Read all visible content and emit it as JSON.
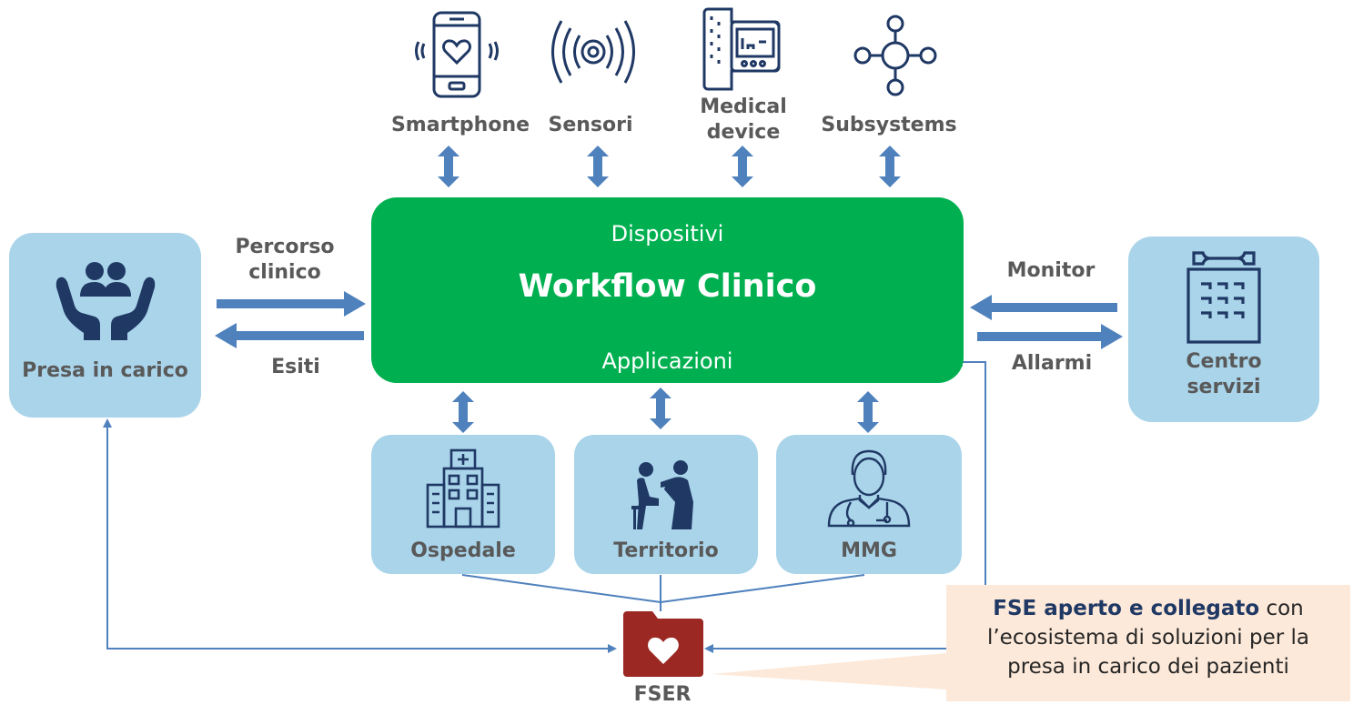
{
  "colors": {
    "accent_green": "#00b050",
    "box_blue": "#a9d4ea",
    "arrow_blue": "#4f81bd",
    "icon_navy": "#1f3864",
    "callout_bg": "#fde9d9",
    "folder_red": "#9b2823",
    "label_gray": "#595959"
  },
  "top_devices": [
    {
      "label": "Smartphone",
      "icon": "smartphone-heart-icon"
    },
    {
      "label": "Sensori",
      "icon": "sensor-waves-icon"
    },
    {
      "label": "Medical device",
      "label_line1": "Medical",
      "label_line2": "device",
      "icon": "medical-monitor-icon"
    },
    {
      "label": "Subsystems",
      "icon": "network-hub-icon"
    }
  ],
  "main": {
    "top": "Dispositivi",
    "title": "Workflow Clinico",
    "bottom": "Applicazioni"
  },
  "left": {
    "box_label": "Presa in carico",
    "arrow_in_label_line1": "Percorso",
    "arrow_in_label_line2": "clinico",
    "arrow_out_label": "Esiti"
  },
  "right": {
    "box_label_line1": "Centro",
    "box_label_line2": "servizi",
    "arrow_in_label": "Monitor",
    "arrow_out_label": "Allarmi"
  },
  "bottom_boxes": [
    {
      "label": "Ospedale",
      "icon": "hospital-icon"
    },
    {
      "label": "Territorio",
      "icon": "doctor-patient-icon"
    },
    {
      "label": "MMG",
      "icon": "physician-icon"
    }
  ],
  "fse": {
    "label": "FSER",
    "icon": "heart-folder-icon"
  },
  "callout": {
    "bold": "FSE aperto e collegato",
    "rest_line1": " con",
    "line2": "l’ecosistema di soluzioni per la",
    "line3": "presa in carico dei pazienti"
  }
}
